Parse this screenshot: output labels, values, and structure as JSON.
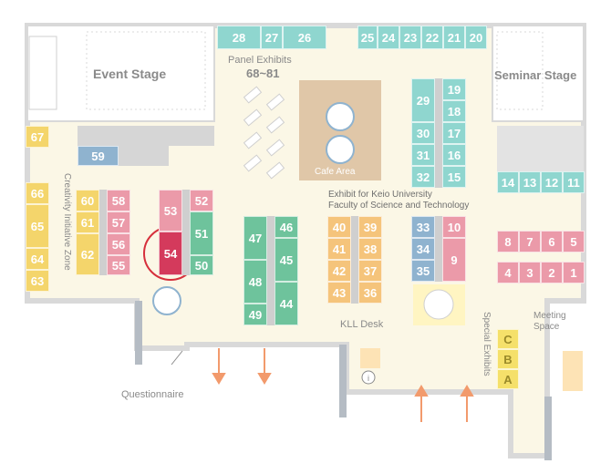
{
  "labels": {
    "event_stage": "Event Stage",
    "seminar_stage": "Seminar Stage",
    "panel_exhibits": "Panel Exhibits",
    "panel_range": "68~81",
    "cafe_area": "Cafe Area",
    "keio_line1": "Exhibit for Keio University",
    "keio_line2": "Faculty of Science and Technology",
    "creativity_zone": "Creativity Initiative Zone",
    "kll_desk": "KLL Desk",
    "special_exhibits": "Special Exhibits",
    "meeting_space": "Meeting Space",
    "questionnaire": "Questionnaire"
  },
  "booths": {
    "top_left": [
      "28",
      "27",
      "26"
    ],
    "top_right": [
      "25",
      "24",
      "23",
      "22",
      "21",
      "20"
    ],
    "right_row": [
      "14",
      "13",
      "12",
      "11"
    ],
    "right_upper": [
      "8",
      "7",
      "6",
      "5"
    ],
    "right_lower": [
      "4",
      "3",
      "2",
      "1"
    ],
    "center_right_col1": [
      "29",
      "30",
      "31",
      "32"
    ],
    "center_right_col2": [
      "19",
      "18",
      "17",
      "16",
      "15"
    ],
    "orange_col1": [
      "40",
      "41",
      "42",
      "43"
    ],
    "orange_col2": [
      "39",
      "38",
      "37",
      "36"
    ],
    "blue_col": [
      "33",
      "34",
      "35"
    ],
    "pink_col": [
      "10",
      "9"
    ],
    "green_col1": [
      "47",
      "48",
      "49"
    ],
    "green_col2": [
      "46",
      "45",
      "44"
    ],
    "pink_group_left": [
      "53",
      "54"
    ],
    "pink_group_right": [
      "52",
      "51",
      "50"
    ],
    "block_left_yellow": [
      "60",
      "61",
      "62"
    ],
    "block_left_pink": [
      "58",
      "57",
      "56",
      "55"
    ],
    "creativity": [
      "66",
      "65",
      "64",
      "63"
    ],
    "single_67": "67",
    "single_59": "59",
    "abc": [
      "C",
      "B",
      "A"
    ]
  },
  "highlight": "54",
  "colors": {
    "wall": "#d9d9d9",
    "floor": "#fbf7e6",
    "highlight_ring": "#d6303c",
    "arrow": "#f29a6c"
  }
}
